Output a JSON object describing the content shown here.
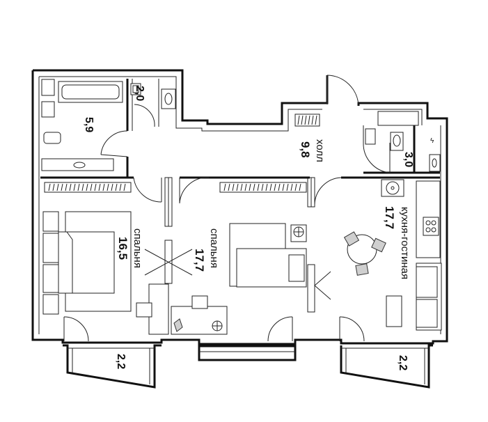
{
  "plan": {
    "rooms": [
      {
        "id": "bathroom",
        "area": "5,9"
      },
      {
        "id": "wc",
        "area": "2,0"
      },
      {
        "id": "hall",
        "name": "холл",
        "area": "9,8"
      },
      {
        "id": "bathroom-2",
        "area": "3,0"
      },
      {
        "id": "bedroom-1",
        "name": "спальня",
        "area": "16,5"
      },
      {
        "id": "bedroom-2",
        "name": "спальня",
        "area": "17,7"
      },
      {
        "id": "kitchen-living",
        "name": "кухня-гостиная",
        "area": "17,7"
      },
      {
        "id": "balcony-1",
        "area": "2,2"
      },
      {
        "id": "balcony-2",
        "area": "2,2"
      }
    ],
    "colors": {
      "wall": "#111111",
      "furniture_fill": "#cfcfcf",
      "background": "#ffffff"
    }
  }
}
